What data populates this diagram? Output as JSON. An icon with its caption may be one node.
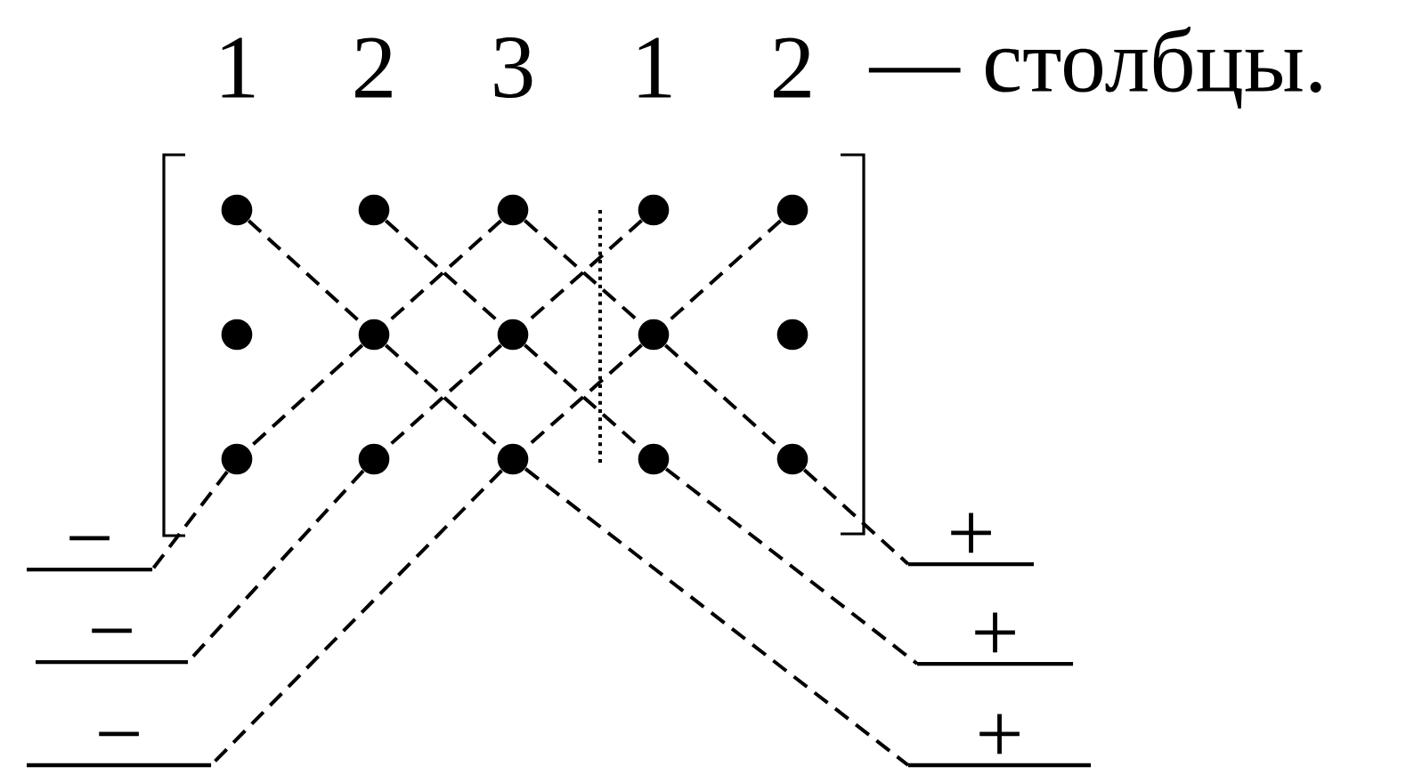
{
  "diagram": {
    "nodes": [
      {
        "text": [],
        "shape": "circle"
      },
      {
        "text": [],
        "shape": "circle"
      },
      {
        "text": [],
        "shape": "circle"
      },
      {
        "text": [],
        "shape": "circle"
      },
      {
        "text": [],
        "shape": "circle"
      },
      {
        "text": [],
        "shape": "circle"
      },
      {
        "text": [],
        "shape": "circle"
      },
      {
        "text": [],
        "shape": "circle"
      },
      {
        "text": [],
        "shape": "circle"
      },
      {
        "text": [],
        "shape": "circle"
      },
      {
        "text": [],
        "shape": "circle"
      },
      {
        "text": [],
        "shape": "circle"
      },
      {
        "text": [],
        "shape": "circle"
      },
      {
        "text": [],
        "shape": "circle"
      },
      {
        "text": [],
        "shape": "circle"
      },
      {
        "text": [
          "−"
        ]
      },
      {
        "text": [
          "−"
        ]
      },
      {
        "text": [
          "−"
        ]
      },
      {
        "text": [
          "+"
        ]
      },
      {
        "text": [
          "+"
        ]
      },
      {
        "text": [
          "+"
        ]
      }
    ],
    "edges": [
      {
        "from": 2,
        "to": 6,
        "arrow": "none",
        "style": "dashed"
      },
      {
        "from": 6,
        "to": 10,
        "arrow": "none",
        "style": "dashed"
      },
      {
        "from": 10,
        "to": 15,
        "arrow": "none",
        "style": "dashed"
      },
      {
        "from": 3,
        "to": 7,
        "arrow": "none",
        "style": "dashed"
      },
      {
        "from": 7,
        "to": 11,
        "arrow": "none",
        "style": "dashed"
      },
      {
        "from": 11,
        "to": 16,
        "arrow": "none",
        "style": "dashed"
      },
      {
        "from": 4,
        "to": 8,
        "arrow": "none",
        "style": "dashed"
      },
      {
        "from": 8,
        "to": 12,
        "arrow": "none",
        "style": "dashed"
      },
      {
        "from": 12,
        "to": 17,
        "arrow": "none",
        "style": "dashed"
      },
      {
        "from": 2,
        "to": 8,
        "arrow": "none",
        "style": "dashed"
      },
      {
        "from": 8,
        "to": 14,
        "arrow": "none",
        "style": "dashed"
      },
      {
        "from": 14,
        "to": 18,
        "arrow": "none",
        "style": "dashed"
      },
      {
        "from": 1,
        "to": 7,
        "arrow": "none",
        "style": "dashed"
      },
      {
        "from": 7,
        "to": 13,
        "arrow": "none",
        "style": "dashed"
      },
      {
        "from": 13,
        "to": 19,
        "arrow": "none",
        "style": "dashed"
      },
      {
        "from": 0,
        "to": 6,
        "arrow": "none",
        "style": "dashed"
      },
      {
        "from": 6,
        "to": 12,
        "arrow": "none",
        "style": "dashed"
      },
      {
        "from": 12,
        "to": 20,
        "arrow": "none",
        "style": "dashed"
      }
    ],
    "labels": [
      "1",
      "2",
      "3",
      "1",
      "2",
      "— столбцы."
    ]
  }
}
